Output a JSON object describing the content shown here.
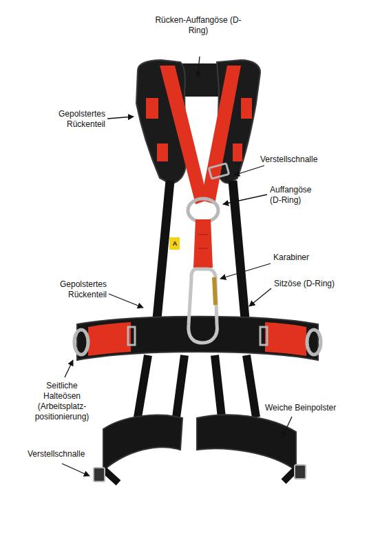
{
  "diagram": {
    "labels": [
      "Rücken-Auffangöse (D-Ring)",
      "Gepolstertes Rückenteil",
      "Verstellschnalle",
      "Auffangöse (D-Ring)",
      "Karabiner",
      "Gepolstertes Rückenteil",
      "Sitzöse (D-Ring)",
      "Seitliche Halteösen (Arbeitsplatz- positionierung)",
      "Weiche Beinpolster",
      "Verstellschnalle",
      "A"
    ]
  }
}
